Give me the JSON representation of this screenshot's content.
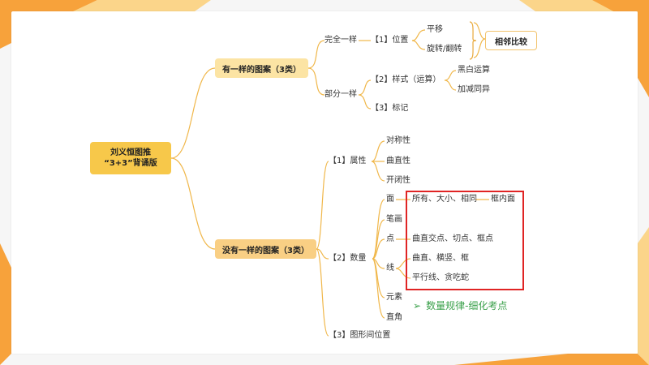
{
  "root": {
    "line1": "刘义恒图推",
    "line2": "“3+3”背诵版"
  },
  "branch_a": {
    "label": "有一样的图案（3类）",
    "wanquan": "完全一样",
    "weizhi": "【1】位置",
    "pingyi": "平移",
    "xuanzhuan": "旋转/翻转",
    "xianglin": "相邻比较",
    "bufen": "部分一样",
    "yangshi": "【2】样式（运算）",
    "heibai": "黑白运算",
    "jiajian": "加减同异",
    "biaoji": "【3】标记"
  },
  "branch_b": {
    "label": "没有一样的图案（3类）",
    "shuxing": "【1】属性",
    "duichen": "对称性",
    "quzhi": "曲直性",
    "kaibi": "开闭性",
    "shuliang": "【2】数量",
    "mian": "面",
    "mian_detail": "所有、大小、相同",
    "kuangneimian": "框内面",
    "bihua": "笔画",
    "dian": "点",
    "dian_detail": "曲直交点、切点、框点",
    "xian": "线",
    "xian_detail1": "曲直、横竖、框",
    "xian_detail2": "平行线、贪吃蛇",
    "yuansu": "元素",
    "zhijiao": "直角",
    "tuxingjian": "【3】图形间位置"
  },
  "note": {
    "arrow": "➢",
    "text": "数量规律-细化考点"
  },
  "colors": {
    "accent_orange": "#f5a623",
    "pill_yellow": "#f7c84a",
    "wire": "#f0b74a",
    "highlight_red": "#e02424",
    "note_green": "#3aa04a"
  }
}
